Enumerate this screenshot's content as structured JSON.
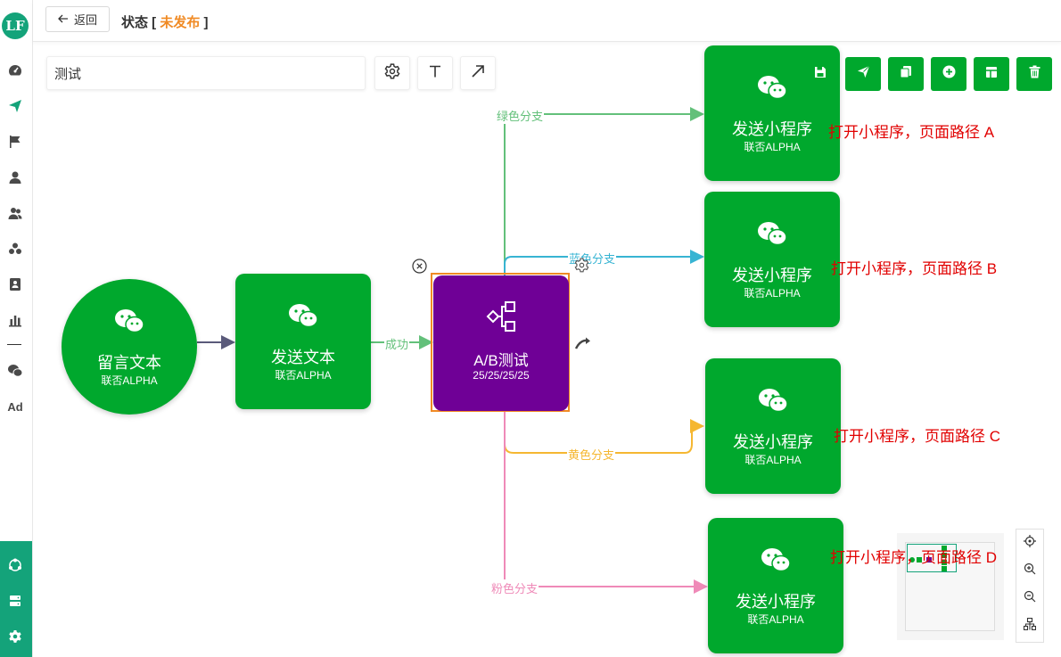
{
  "logo": {
    "text": "LF"
  },
  "header": {
    "back_label": "返回",
    "status_prefix": "状态 [ ",
    "status_value": "未发布",
    "status_suffix": " ]"
  },
  "canvas": {
    "name_value": "测试",
    "nodes": {
      "start": {
        "title": "留言文本",
        "subtitle": "联否ALPHA"
      },
      "send_text": {
        "title": "发送文本",
        "subtitle": "联否ALPHA"
      },
      "ab_test": {
        "title": "A/B测试",
        "subtitle": "25/25/25/25"
      },
      "mini_a": {
        "title": "发送小程序",
        "subtitle": "联否ALPHA",
        "note": "打开小程序，页面路径 A"
      },
      "mini_b": {
        "title": "发送小程序",
        "subtitle": "联否ALPHA",
        "note": "打开小程序，页面路径 B"
      },
      "mini_c": {
        "title": "发送小程序",
        "subtitle": "联否ALPHA",
        "note": "打开小程序，页面路径 C"
      },
      "mini_d": {
        "title": "发送小程序",
        "subtitle": "联否ALPHA",
        "note": "打开小程序，页面路径 D"
      }
    },
    "edges": {
      "success": "成功",
      "green": "绿色分支",
      "blue": "蓝色分支",
      "yellow": "黄色分支",
      "pink": "粉色分支"
    }
  },
  "colors": {
    "node_green": "#00a82d",
    "ab_purple": "#6f0096",
    "selection": "#f08a24",
    "edge_green": "#63c07a",
    "edge_blue": "#37b4d3",
    "edge_yellow": "#f5b731",
    "edge_pink": "#ef8ab8",
    "note_red": "#e10000"
  }
}
